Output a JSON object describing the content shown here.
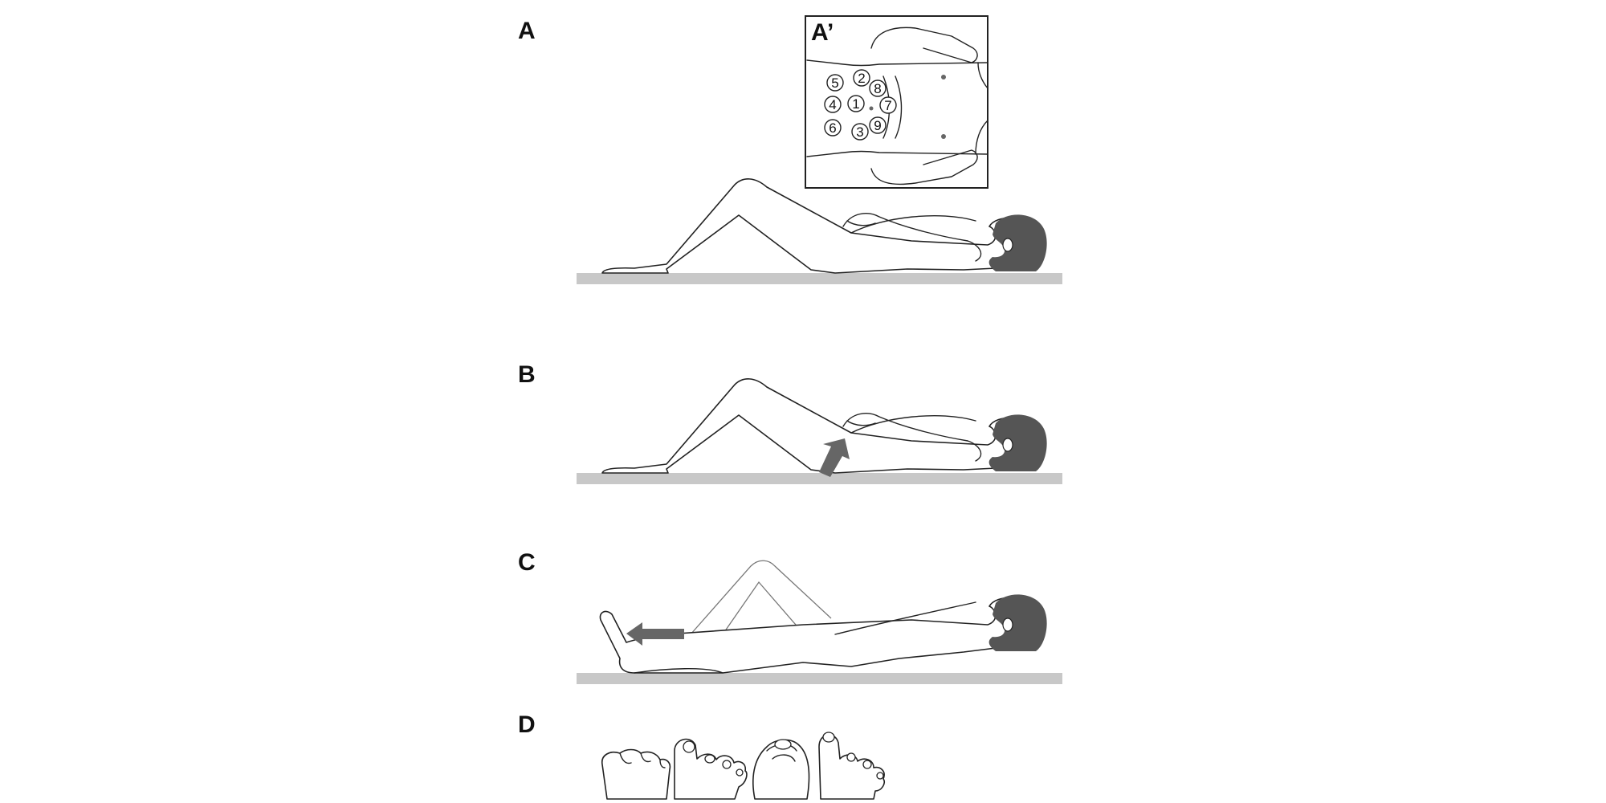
{
  "panels": {
    "a": {
      "label": "A"
    },
    "a_inset": {
      "label": "A’",
      "points": [
        "1",
        "2",
        "3",
        "4",
        "5",
        "6",
        "7",
        "8",
        "9"
      ]
    },
    "b": {
      "label": "B"
    },
    "c": {
      "label": "C"
    },
    "d": {
      "label": "D"
    }
  },
  "colors": {
    "table": "#c8c8c8",
    "hair": "#555555",
    "arrow": "#666666",
    "outline": "#222222"
  }
}
